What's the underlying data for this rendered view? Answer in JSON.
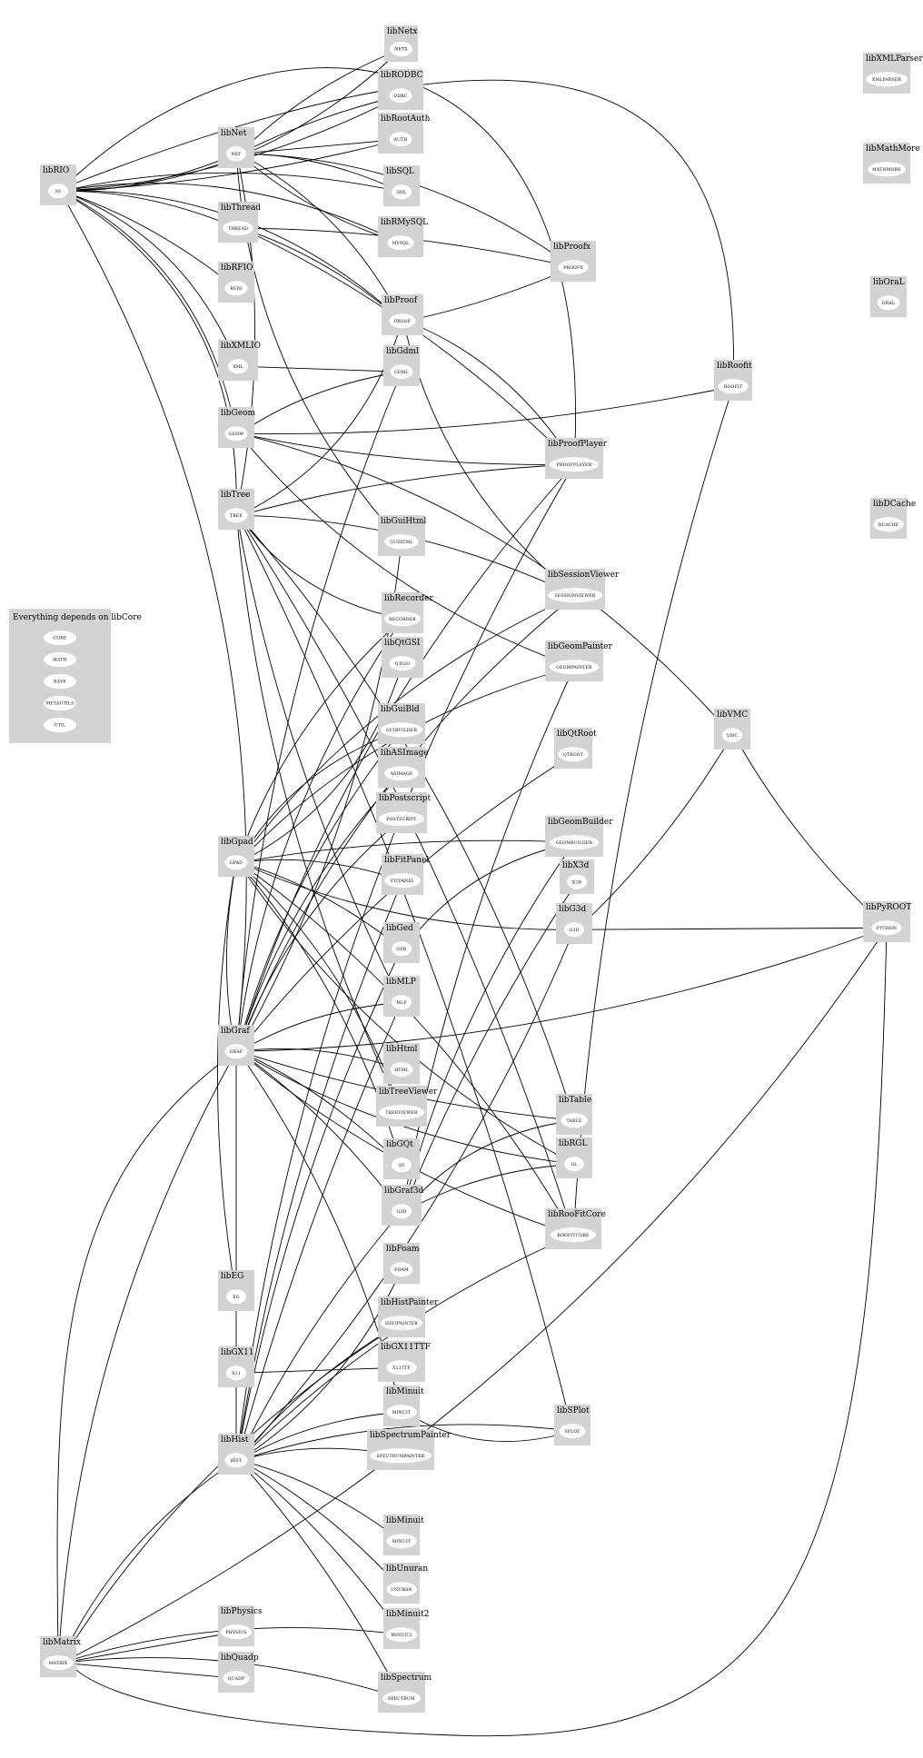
{
  "graph": {
    "clusters": [
      {
        "id": "libNetx",
        "label": "libNetx",
        "node": "NETX"
      },
      {
        "id": "libRODBC",
        "label": "libRODBC",
        "node": "ODBC"
      },
      {
        "id": "libRootAuth",
        "label": "libRootAuth",
        "node": "AUTH"
      },
      {
        "id": "libNet",
        "label": "libNet",
        "node": "NET"
      },
      {
        "id": "libRIO",
        "label": "libRIO",
        "node": "IO"
      },
      {
        "id": "libSQL",
        "label": "libSQL",
        "node": "SQL"
      },
      {
        "id": "libRMySQL",
        "label": "libRMySQL",
        "node": "MYSQL"
      },
      {
        "id": "libThread",
        "label": "libThread",
        "node": "THREAD"
      },
      {
        "id": "libProofx",
        "label": "libProofx",
        "node": "PROOFX"
      },
      {
        "id": "libRFIO",
        "label": "libRFIO",
        "node": "RFIO"
      },
      {
        "id": "libProof",
        "label": "libProof",
        "node": "PROOF"
      },
      {
        "id": "libXMLIO",
        "label": "libXMLIO",
        "node": "XML"
      },
      {
        "id": "libGdml",
        "label": "libGdml",
        "node": "GDML"
      },
      {
        "id": "libRoofit",
        "label": "libRoofit",
        "node": "ROOFIT"
      },
      {
        "id": "libGeom",
        "label": "libGeom",
        "node": "GEOM"
      },
      {
        "id": "libProofPlayer",
        "label": "libProofPlayer",
        "node": "PROOFPLAYER"
      },
      {
        "id": "libTree",
        "label": "libTree",
        "node": "TREE"
      },
      {
        "id": "libGuiHtml",
        "label": "libGuiHtml",
        "node": "GUIHTML"
      },
      {
        "id": "libSessionViewer",
        "label": "libSessionViewer",
        "node": "SESSIONVIEWER"
      },
      {
        "id": "libRecorder",
        "label": "libRecorder",
        "node": "RECORDER"
      },
      {
        "id": "libQtGSI",
        "label": "libQtGSI",
        "node": "QTGSI"
      },
      {
        "id": "libGeomPainter",
        "label": "libGeomPainter",
        "node": "GEOMPAINTER"
      },
      {
        "id": "libGuiBld",
        "label": "libGuiBld",
        "node": "GUIBUILDER"
      },
      {
        "id": "libQtRoot",
        "label": "libQtRoot",
        "node": "QTROOT"
      },
      {
        "id": "libVMC",
        "label": "libVMC",
        "node": "VMC"
      },
      {
        "id": "libASImage",
        "label": "libASImage",
        "node": "ASIMAGE"
      },
      {
        "id": "libPostscript",
        "label": "libPostscript",
        "node": "POSTSCRIPT"
      },
      {
        "id": "libGeomBuilder",
        "label": "libGeomBuilder",
        "node": "GEOMBUILDER"
      },
      {
        "id": "libGpad",
        "label": "libGpad",
        "node": "GPAD"
      },
      {
        "id": "libX3d",
        "label": "libX3d",
        "node": "X3D"
      },
      {
        "id": "libFitPanel",
        "label": "libFitPanel",
        "node": "FITPANEL"
      },
      {
        "id": "libG3d",
        "label": "libG3d",
        "node": "G3D"
      },
      {
        "id": "libPyROOT",
        "label": "libPyROOT",
        "node": "PYTHON"
      },
      {
        "id": "libGed",
        "label": "libGed",
        "node": "GED"
      },
      {
        "id": "libMLP",
        "label": "libMLP",
        "node": "MLP"
      },
      {
        "id": "libGraf",
        "label": "libGraf",
        "node": "GRAF"
      },
      {
        "id": "libHtml",
        "label": "libHtml",
        "node": "HTML"
      },
      {
        "id": "libTreeViewer",
        "label": "libTreeViewer",
        "node": "TREEVIEWER"
      },
      {
        "id": "libTable",
        "label": "libTable",
        "node": "TABLE"
      },
      {
        "id": "libGQt",
        "label": "libGQt",
        "node": "QT"
      },
      {
        "id": "libRGL",
        "label": "libRGL",
        "node": "GL"
      },
      {
        "id": "libGraf3d",
        "label": "libGraf3d",
        "node": "G3D"
      },
      {
        "id": "libRooFitCore",
        "label": "libRooFitCore",
        "node": "ROOFITCORE"
      },
      {
        "id": "libEG",
        "label": "libEG",
        "node": "EG"
      },
      {
        "id": "libFoam",
        "label": "libFoam",
        "node": "FOAM"
      },
      {
        "id": "libHistPainter",
        "label": "libHistPainter",
        "node": "HISTPAINTER"
      },
      {
        "id": "libGX11",
        "label": "libGX11",
        "node": "X11"
      },
      {
        "id": "libGX11TTF",
        "label": "libGX11TTF",
        "node": "X11TTF"
      },
      {
        "id": "libMinuit",
        "label": "libMinuit",
        "node": "MINUIT"
      },
      {
        "id": "libSpectrumPainter",
        "label": "libSpectrumPainter",
        "node": "SPECTRUMPAINTER"
      },
      {
        "id": "libHist",
        "label": "libHist",
        "node": "HIST"
      },
      {
        "id": "libSPlot",
        "label": "libSPlot",
        "node": "SPLOT"
      },
      {
        "id": "libMinuit2a",
        "label": "libMinuit",
        "node": "MINUIT"
      },
      {
        "id": "libUnuran",
        "label": "libUnuran",
        "node": "UNURAN"
      },
      {
        "id": "libPhysics",
        "label": "libPhysics",
        "node": "PHYSICS"
      },
      {
        "id": "libMinuit2",
        "label": "libMinuit2",
        "node": "MINUIT2"
      },
      {
        "id": "libMatrix",
        "label": "libMatrix",
        "node": "MATRIX"
      },
      {
        "id": "libQuadp",
        "label": "libQuadp",
        "node": "QUADP"
      },
      {
        "id": "libSpectrum",
        "label": "libSpectrum",
        "node": "SPECTRUM"
      },
      {
        "id": "libXMLParser",
        "label": "libXMLParser",
        "node": "XMLPARSER"
      },
      {
        "id": "libMathMore",
        "label": "libMathMore",
        "node": "MATHMORE"
      },
      {
        "id": "libOraL",
        "label": "libOraL",
        "node": "ORAL"
      },
      {
        "id": "libDCache",
        "label": "libDCache",
        "node": "DCACHE"
      }
    ],
    "core": {
      "label": "Everything depends on libCore",
      "nodes": [
        "CORE",
        "MATH",
        "BASE",
        "METAUTILS",
        "UTIL"
      ]
    }
  }
}
